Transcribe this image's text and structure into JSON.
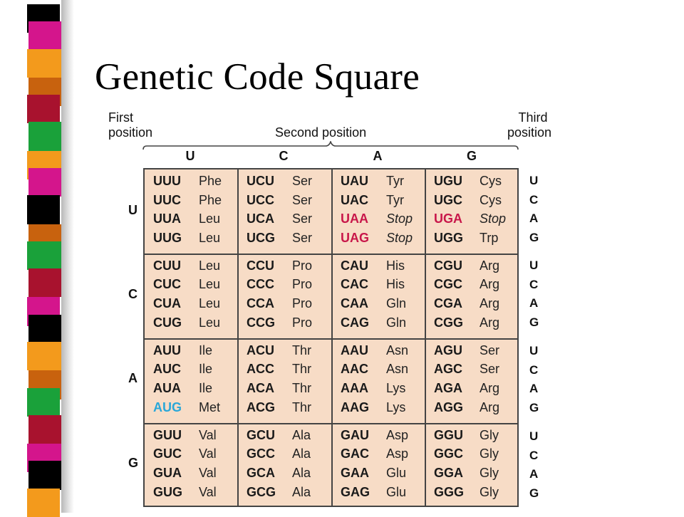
{
  "title": "Genetic Code Square",
  "labels": {
    "first_position": [
      "First",
      "position"
    ],
    "second_position": "Second position",
    "third_position": [
      "Third",
      "position"
    ]
  },
  "bases": [
    "U",
    "C",
    "A",
    "G"
  ],
  "colors": {
    "stop": "#c8174a",
    "start": "#2aa7d8",
    "cell_bg": "#f7dcc6",
    "grid_line": "#444444"
  },
  "stripe_colors": [
    "#000000",
    "#d4158c",
    "#f39a1c",
    "#c8620e",
    "#a8122e",
    "#1aa13a",
    "#f39a1c",
    "#d4158c",
    "#000000",
    "#c8620e",
    "#1aa13a",
    "#a8122e",
    "#d4158c",
    "#000000",
    "#f39a1c",
    "#c8620e",
    "#1aa13a",
    "#a8122e",
    "#d4158c",
    "#000000",
    "#f39a1c"
  ],
  "rows": [
    {
      "first": "U",
      "cells": [
        [
          {
            "codon": "UUU",
            "aa": "Phe"
          },
          {
            "codon": "UUC",
            "aa": "Phe"
          },
          {
            "codon": "UUA",
            "aa": "Leu"
          },
          {
            "codon": "UUG",
            "aa": "Leu"
          }
        ],
        [
          {
            "codon": "UCU",
            "aa": "Ser"
          },
          {
            "codon": "UCC",
            "aa": "Ser"
          },
          {
            "codon": "UCA",
            "aa": "Ser"
          },
          {
            "codon": "UCG",
            "aa": "Ser"
          }
        ],
        [
          {
            "codon": "UAU",
            "aa": "Tyr"
          },
          {
            "codon": "UAC",
            "aa": "Tyr"
          },
          {
            "codon": "UAA",
            "aa": "Stop",
            "kind": "stop"
          },
          {
            "codon": "UAG",
            "aa": "Stop",
            "kind": "stop"
          }
        ],
        [
          {
            "codon": "UGU",
            "aa": "Cys"
          },
          {
            "codon": "UGC",
            "aa": "Cys"
          },
          {
            "codon": "UGA",
            "aa": "Stop",
            "kind": "stop"
          },
          {
            "codon": "UGG",
            "aa": "Trp"
          }
        ]
      ]
    },
    {
      "first": "C",
      "cells": [
        [
          {
            "codon": "CUU",
            "aa": "Leu"
          },
          {
            "codon": "CUC",
            "aa": "Leu"
          },
          {
            "codon": "CUA",
            "aa": "Leu"
          },
          {
            "codon": "CUG",
            "aa": "Leu"
          }
        ],
        [
          {
            "codon": "CCU",
            "aa": "Pro"
          },
          {
            "codon": "CCC",
            "aa": "Pro"
          },
          {
            "codon": "CCA",
            "aa": "Pro"
          },
          {
            "codon": "CCG",
            "aa": "Pro"
          }
        ],
        [
          {
            "codon": "CAU",
            "aa": "His"
          },
          {
            "codon": "CAC",
            "aa": "His"
          },
          {
            "codon": "CAA",
            "aa": "Gln"
          },
          {
            "codon": "CAG",
            "aa": "Gln"
          }
        ],
        [
          {
            "codon": "CGU",
            "aa": "Arg"
          },
          {
            "codon": "CGC",
            "aa": "Arg"
          },
          {
            "codon": "CGA",
            "aa": "Arg"
          },
          {
            "codon": "CGG",
            "aa": "Arg"
          }
        ]
      ]
    },
    {
      "first": "A",
      "cells": [
        [
          {
            "codon": "AUU",
            "aa": "Ile"
          },
          {
            "codon": "AUC",
            "aa": "Ile"
          },
          {
            "codon": "AUA",
            "aa": "Ile"
          },
          {
            "codon": "AUG",
            "aa": "Met",
            "kind": "start"
          }
        ],
        [
          {
            "codon": "ACU",
            "aa": "Thr"
          },
          {
            "codon": "ACC",
            "aa": "Thr"
          },
          {
            "codon": "ACA",
            "aa": "Thr"
          },
          {
            "codon": "ACG",
            "aa": "Thr"
          }
        ],
        [
          {
            "codon": "AAU",
            "aa": "Asn"
          },
          {
            "codon": "AAC",
            "aa": "Asn"
          },
          {
            "codon": "AAA",
            "aa": "Lys"
          },
          {
            "codon": "AAG",
            "aa": "Lys"
          }
        ],
        [
          {
            "codon": "AGU",
            "aa": "Ser"
          },
          {
            "codon": "AGC",
            "aa": "Ser"
          },
          {
            "codon": "AGA",
            "aa": "Arg"
          },
          {
            "codon": "AGG",
            "aa": "Arg"
          }
        ]
      ]
    },
    {
      "first": "G",
      "cells": [
        [
          {
            "codon": "GUU",
            "aa": "Val"
          },
          {
            "codon": "GUC",
            "aa": "Val"
          },
          {
            "codon": "GUA",
            "aa": "Val"
          },
          {
            "codon": "GUG",
            "aa": "Val"
          }
        ],
        [
          {
            "codon": "GCU",
            "aa": "Ala"
          },
          {
            "codon": "GCC",
            "aa": "Ala"
          },
          {
            "codon": "GCA",
            "aa": "Ala"
          },
          {
            "codon": "GCG",
            "aa": "Ala"
          }
        ],
        [
          {
            "codon": "GAU",
            "aa": "Asp"
          },
          {
            "codon": "GAC",
            "aa": "Asp"
          },
          {
            "codon": "GAA",
            "aa": "Glu"
          },
          {
            "codon": "GAG",
            "aa": "Glu"
          }
        ],
        [
          {
            "codon": "GGU",
            "aa": "Gly"
          },
          {
            "codon": "GGC",
            "aa": "Gly"
          },
          {
            "codon": "GGA",
            "aa": "Gly"
          },
          {
            "codon": "GGG",
            "aa": "Gly"
          }
        ]
      ]
    }
  ]
}
